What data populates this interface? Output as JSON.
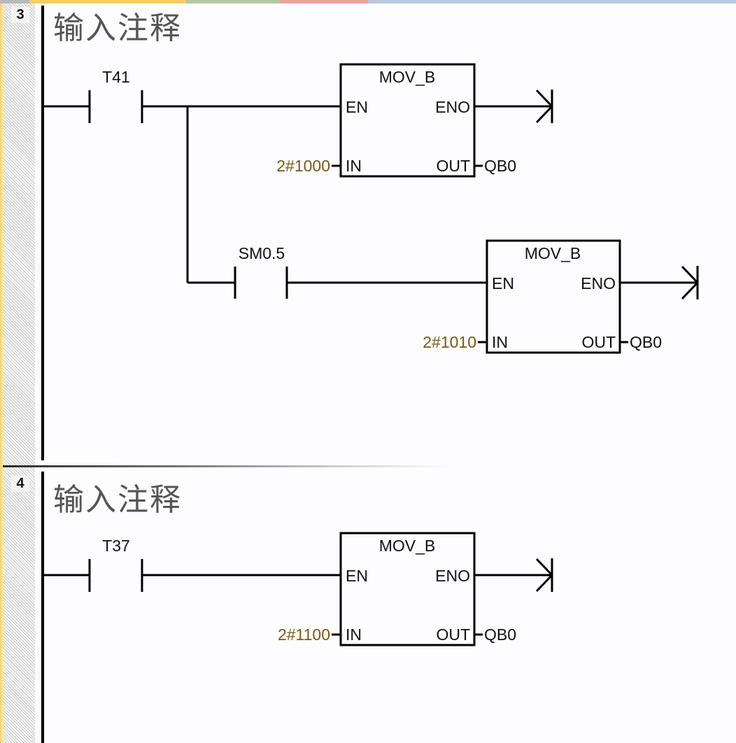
{
  "editor": {
    "tab_strip_colors": [
      "#b9b9b9",
      "#f5cf5f",
      "#b4c9a3",
      "#f0a499",
      "#b7c9de"
    ],
    "power_rail_color": "#000000",
    "constant_color": "#7a5a14"
  },
  "networks": [
    {
      "number": "3",
      "comment": "输入注释",
      "contacts": [
        {
          "type": "NO",
          "address": "T41"
        },
        {
          "type": "NO",
          "address": "SM0.5"
        }
      ],
      "boxes": [
        {
          "instruction": "MOV_B",
          "en": "EN",
          "eno": "ENO",
          "in_pin": "IN",
          "out_pin": "OUT",
          "in_value": "2#1000",
          "out_value": "QB0"
        },
        {
          "instruction": "MOV_B",
          "en": "EN",
          "eno": "ENO",
          "in_pin": "IN",
          "out_pin": "OUT",
          "in_value": "2#1010",
          "out_value": "QB0"
        }
      ]
    },
    {
      "number": "4",
      "comment": "输入注释",
      "contacts": [
        {
          "type": "NO",
          "address": "T37"
        }
      ],
      "boxes": [
        {
          "instruction": "MOV_B",
          "en": "EN",
          "eno": "ENO",
          "in_pin": "IN",
          "out_pin": "OUT",
          "in_value": "2#1100",
          "out_value": "QB0"
        }
      ]
    }
  ]
}
